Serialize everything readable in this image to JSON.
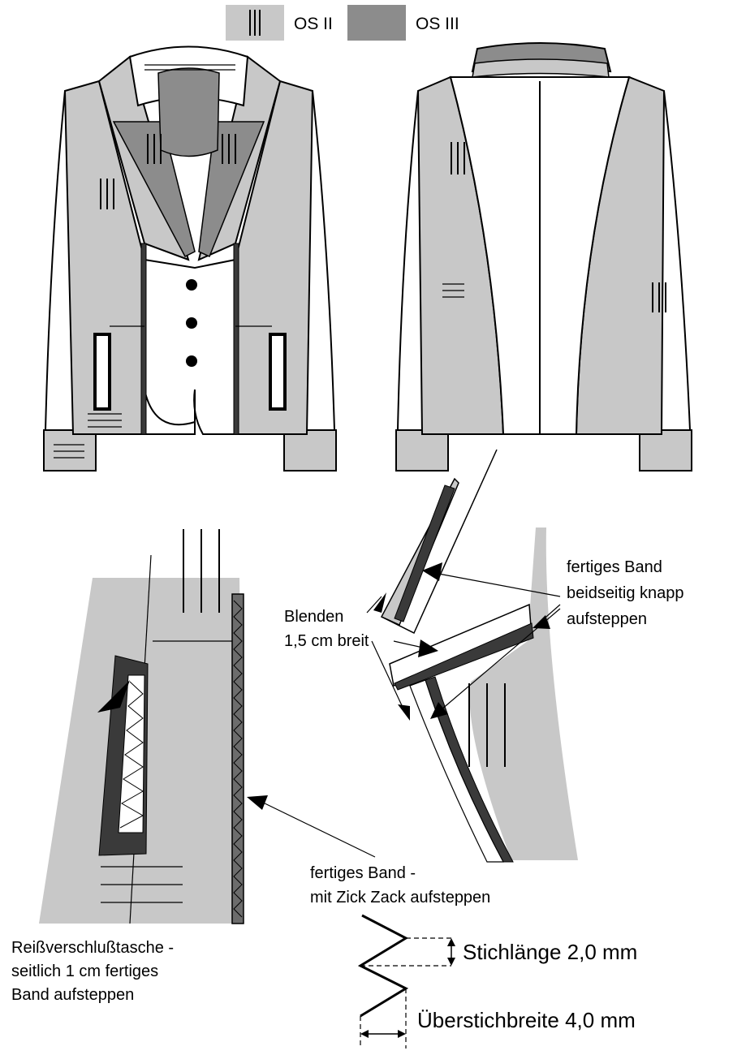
{
  "legend": {
    "items": [
      {
        "label": "OS II",
        "color": "#c8c8c8",
        "marker": "three-vertical-lines"
      },
      {
        "label": "OS III",
        "color": "#8c8c8c",
        "marker": "none"
      }
    ]
  },
  "annotations": {
    "band_both_sides_line1": "fertiges Band",
    "band_both_sides_line2": "beidseitig knapp",
    "band_both_sides_line3": "aufsteppen",
    "facings_line1": "Blenden",
    "facings_line2": "1,5 cm breit",
    "zigzag_band_line1": "fertiges Band -",
    "zigzag_band_line2": "mit Zick Zack aufsteppen",
    "zipper_pocket_line1": "Reißverschlußtasche -",
    "zipper_pocket_line2": "seitlich 1 cm fertiges",
    "zipper_pocket_line3": "Band aufsteppen",
    "stitch_length": "Stichlänge 2,0 mm",
    "stitch_width": "Überstichbreite 4,0 mm"
  },
  "colors": {
    "os2": "#c8c8c8",
    "os3": "#8c8c8c",
    "band": "#3a3a3a",
    "line": "#000000"
  }
}
